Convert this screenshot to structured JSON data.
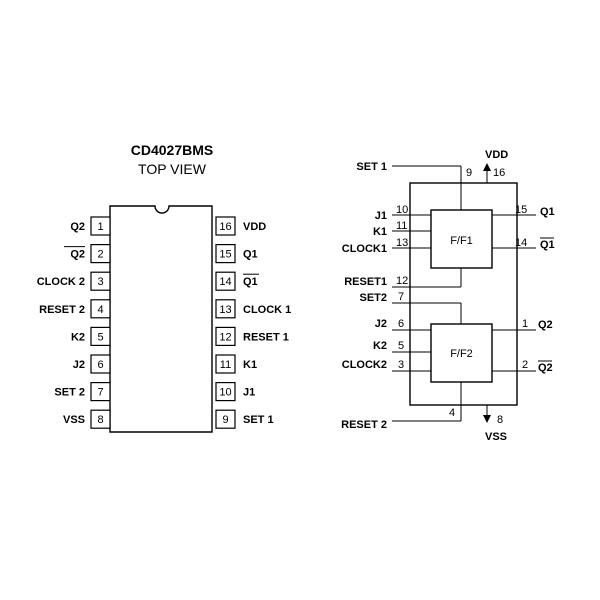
{
  "pinout": {
    "title": "CD4027BMS",
    "subtitle": "TOP VIEW",
    "left_pins": [
      {
        "num": "1",
        "label": "Q2",
        "overline": false
      },
      {
        "num": "2",
        "label": "Q2",
        "overline": true
      },
      {
        "num": "3",
        "label": "CLOCK 2",
        "overline": false
      },
      {
        "num": "4",
        "label": "RESET 2",
        "overline": false
      },
      {
        "num": "5",
        "label": "K2",
        "overline": false
      },
      {
        "num": "6",
        "label": "J2",
        "overline": false
      },
      {
        "num": "7",
        "label": "SET 2",
        "overline": false
      },
      {
        "num": "8",
        "label": "VSS",
        "overline": false
      }
    ],
    "right_pins": [
      {
        "num": "16",
        "label": "VDD",
        "overline": false
      },
      {
        "num": "15",
        "label": "Q1",
        "overline": false
      },
      {
        "num": "14",
        "label": "Q1",
        "overline": true
      },
      {
        "num": "13",
        "label": "CLOCK 1",
        "overline": false
      },
      {
        "num": "12",
        "label": "RESET 1",
        "overline": false
      },
      {
        "num": "11",
        "label": "K1",
        "overline": false
      },
      {
        "num": "10",
        "label": "J1",
        "overline": false
      },
      {
        "num": "9",
        "label": "SET 1",
        "overline": false
      }
    ]
  },
  "block": {
    "ff1_label": "F/F1",
    "ff2_label": "F/F2",
    "set1": {
      "label": "SET 1",
      "num": "9"
    },
    "vdd": {
      "label": "VDD",
      "num": "16"
    },
    "vss": {
      "label": "VSS",
      "num": "8"
    },
    "reset2": {
      "label": "RESET 2",
      "num": "4"
    },
    "ff1_inputs": [
      {
        "label": "J1",
        "num": "10"
      },
      {
        "label": "K1",
        "num": "11"
      },
      {
        "label": "CLOCK1",
        "num": "13"
      }
    ],
    "reset1": {
      "label": "RESET1",
      "num": "12"
    },
    "set2": {
      "label": "SET2",
      "num": "7"
    },
    "ff2_inputs": [
      {
        "label": "J2",
        "num": "6"
      },
      {
        "label": "K2",
        "num": "5"
      },
      {
        "label": "CLOCK2",
        "num": "3"
      }
    ],
    "ff1_outputs": [
      {
        "num": "15",
        "label": "Q1",
        "overline": false
      },
      {
        "num": "14",
        "label": "Q1",
        "overline": true
      }
    ],
    "ff2_outputs": [
      {
        "num": "1",
        "label": "Q2",
        "overline": false
      },
      {
        "num": "2",
        "label": "Q2",
        "overline": true
      }
    ]
  }
}
